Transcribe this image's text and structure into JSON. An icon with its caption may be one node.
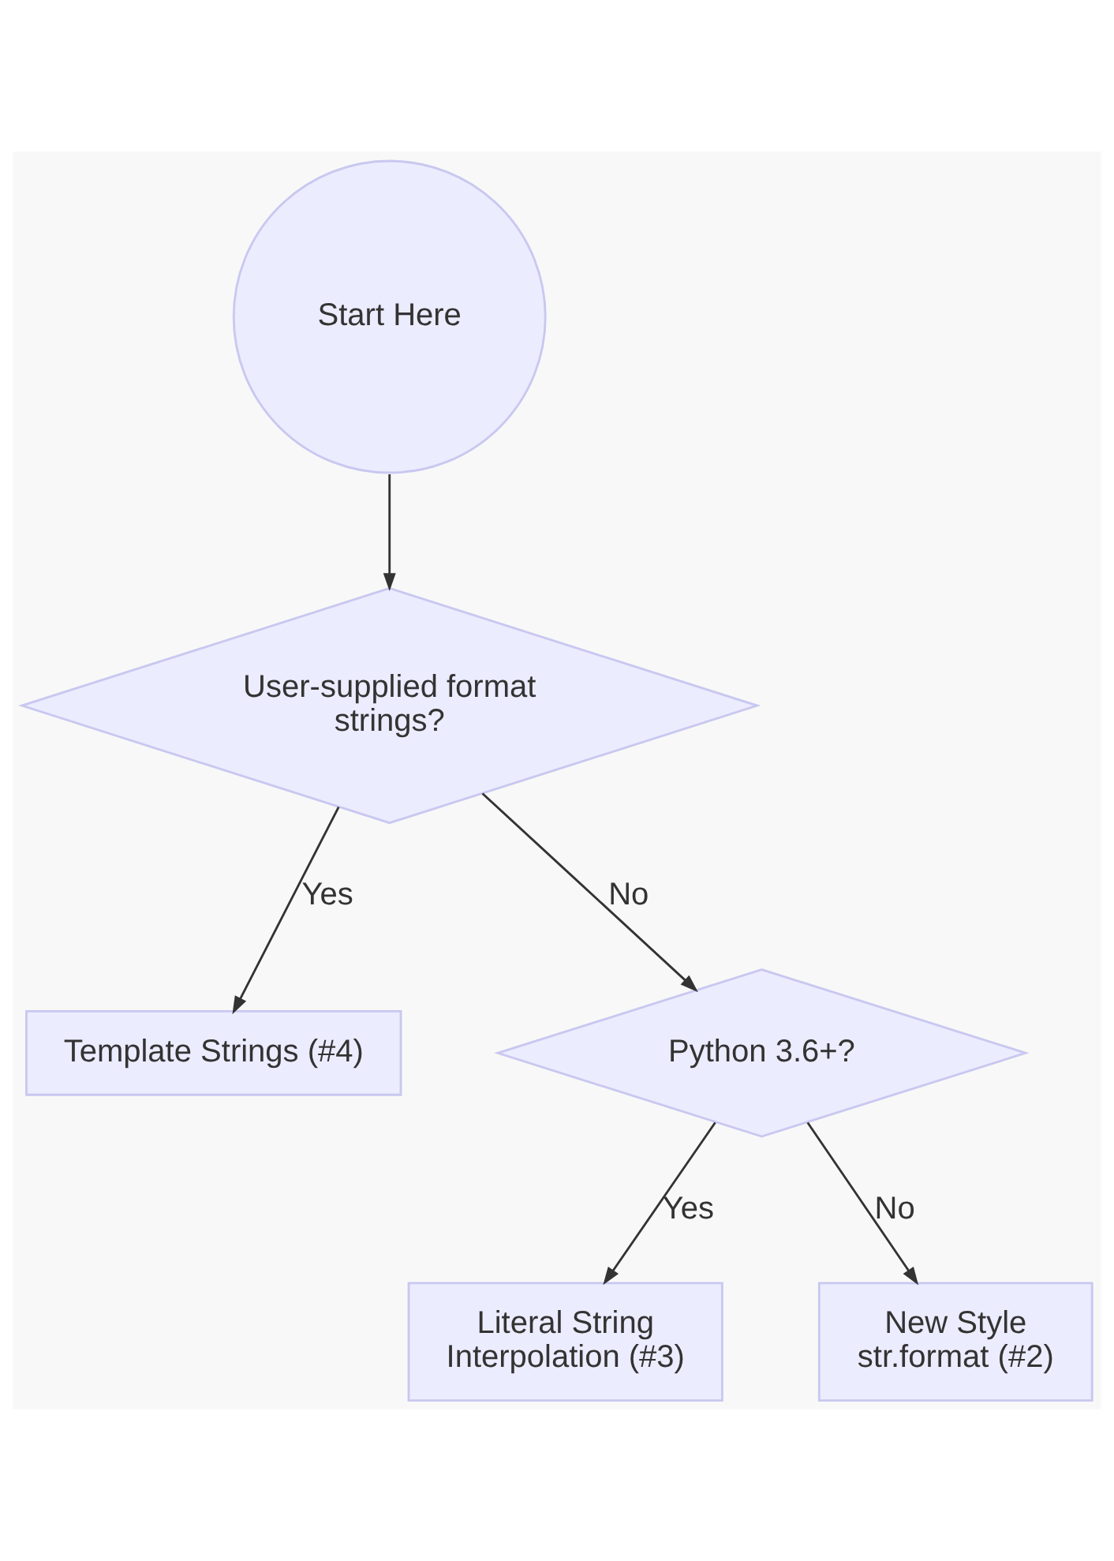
{
  "diagram": {
    "nodes": [
      {
        "text": [
          "Start Here"
        ]
      },
      {
        "text": [
          "User-supplied format strings?"
        ]
      },
      {
        "text": [
          "Template Strings (#4)"
        ]
      },
      {
        "text": [
          "Python 3.6+?"
        ]
      },
      {
        "text": [
          "Literal String Interpolation (#3)"
        ]
      },
      {
        "text": [
          "New Style str.format (#2)"
        ]
      }
    ],
    "edges": [
      {
        "from": 0,
        "to": 1,
        "arrow": "to"
      },
      {
        "from": 1,
        "to": 2,
        "arrow": "to",
        "label": "Yes"
      },
      {
        "from": 1,
        "to": 3,
        "arrow": "to",
        "label": "No"
      },
      {
        "from": 3,
        "to": 4,
        "arrow": "to",
        "label": "Yes"
      },
      {
        "from": 3,
        "to": 5,
        "arrow": "to",
        "label": "No"
      }
    ]
  }
}
